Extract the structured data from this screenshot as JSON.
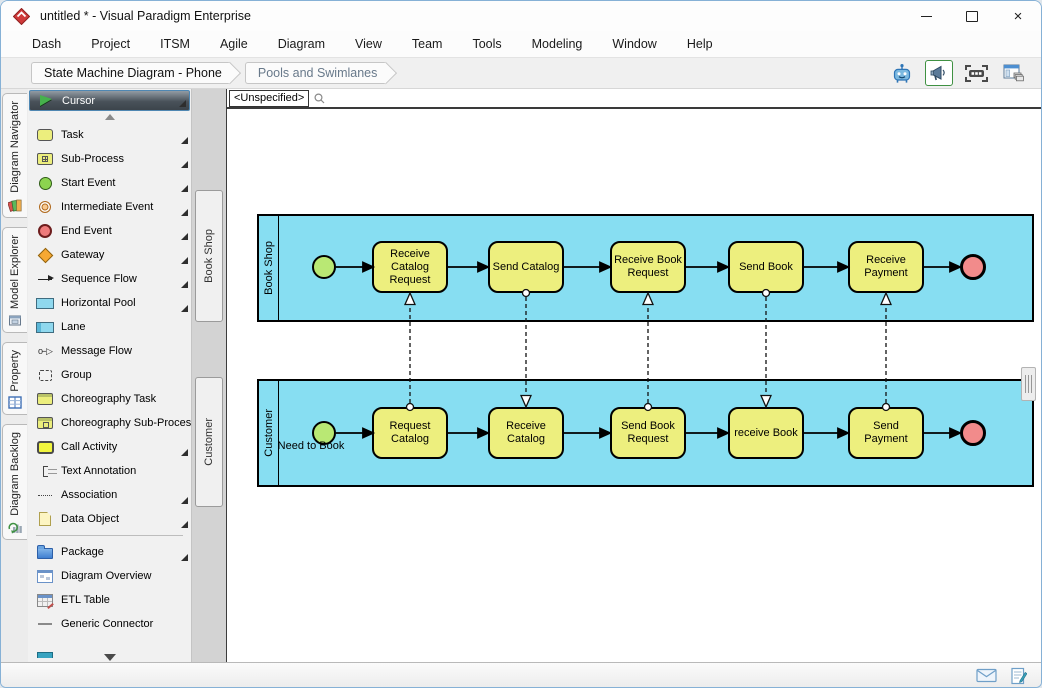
{
  "window": {
    "title": "untitled * - Visual Paradigm Enterprise"
  },
  "menu_bar": {
    "items": [
      "Dash",
      "Project",
      "ITSM",
      "Agile",
      "Diagram",
      "View",
      "Team",
      "Tools",
      "Modeling",
      "Window",
      "Help"
    ]
  },
  "toolbar": {
    "breadcrumb": [
      "State Machine Diagram - Phone",
      "Pools and Swimlanes"
    ],
    "icons": [
      "ai-assistant-icon",
      "announcement-icon",
      "selection-frame-icon",
      "layers-panel-icon"
    ]
  },
  "side_tabs": {
    "items": [
      "Diagram Navigator",
      "Model Explorer",
      "Property",
      "Diagram Backlog"
    ]
  },
  "palette": {
    "items": [
      {
        "label": "Cursor",
        "has_submenu": true,
        "selected": true
      },
      {
        "label": "Task",
        "has_submenu": true
      },
      {
        "label": "Sub-Process",
        "has_submenu": true
      },
      {
        "label": "Start Event",
        "has_submenu": true
      },
      {
        "label": "Intermediate Event",
        "has_submenu": true
      },
      {
        "label": "End Event",
        "has_submenu": true
      },
      {
        "label": "Gateway",
        "has_submenu": true
      },
      {
        "label": "Sequence Flow",
        "has_submenu": true
      },
      {
        "label": "Horizontal Pool",
        "has_submenu": true
      },
      {
        "label": "Lane",
        "has_submenu": false
      },
      {
        "label": "Message Flow",
        "has_submenu": false
      },
      {
        "label": "Group",
        "has_submenu": false
      },
      {
        "label": "Choreography Task",
        "has_submenu": false
      },
      {
        "label": "Choreography Sub-Process",
        "has_submenu": false
      },
      {
        "label": "Call Activity",
        "has_submenu": true
      },
      {
        "label": "Text Annotation",
        "has_submenu": false
      },
      {
        "label": "Association",
        "has_submenu": true
      },
      {
        "label": "Data Object",
        "has_submenu": true
      },
      {
        "label": "Package",
        "has_submenu": true
      },
      {
        "label": "Diagram Overview",
        "has_submenu": false
      },
      {
        "label": "ETL Table",
        "has_submenu": false
      },
      {
        "label": "Generic Connector",
        "has_submenu": false
      }
    ]
  },
  "canvas": {
    "zoom_label": "<Unspecified>",
    "pools": [
      {
        "name": "Book Shop",
        "tasks": [
          "Receive Catalog Request",
          "Send Catalog",
          "Receive Book Request",
          "Send Book",
          "Receive Payment"
        ],
        "start_event": true,
        "end_event": true
      },
      {
        "name": "Customer",
        "start_label": "Need to Book",
        "tasks": [
          "Request Catalog",
          "Receive Catalog",
          "Send Book Request",
          "receive Book",
          "Send Payment"
        ],
        "start_event": true,
        "end_event": true
      }
    ],
    "message_flows": [
      {
        "from": "Request Catalog",
        "to": "Receive Catalog Request"
      },
      {
        "from": "Send Catalog",
        "to": "Receive Catalog"
      },
      {
        "from": "Send Book Request",
        "to": "Receive Book Request"
      },
      {
        "from": "Send Book",
        "to": "receive Book"
      },
      {
        "from": "Send Payment",
        "to": "Receive Payment"
      }
    ]
  },
  "status_bar": {
    "icons": [
      "mail-icon",
      "edit-document-icon"
    ]
  },
  "colors": {
    "pool_fill": "#87def2",
    "task_fill": "#edef7e",
    "start_event_fill": "#b9e874",
    "end_event_fill": "#f28b8b",
    "gateway_fill": "#f6a832",
    "selection_border": "#4f87b2",
    "window_border": "#86b1d6"
  }
}
